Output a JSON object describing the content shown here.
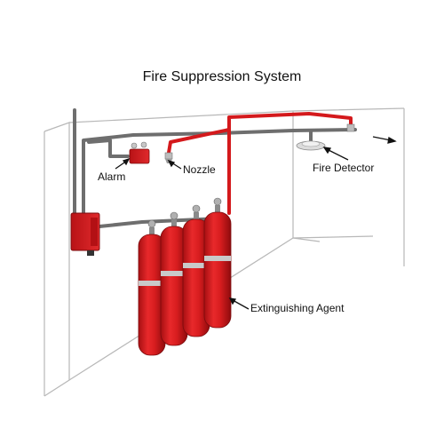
{
  "title": "Fire Suppression System",
  "labels": {
    "alarm": "Alarm",
    "nozzle": "Nozzle",
    "fire_detector": "Fire Detector",
    "extinguishing_agent": "Extinguishing Agent"
  },
  "colors": {
    "pipe_red": "#d4191c",
    "pipe_grey": "#6e6e6e",
    "cylinder_red": "#d81d1f",
    "cylinder_band": "#c9c9c9",
    "wall_line": "#b8b8b8"
  },
  "cylinder_count": 4
}
